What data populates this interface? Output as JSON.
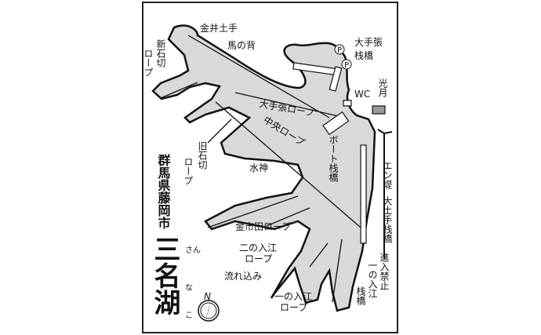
{
  "map": {
    "title": "三名湖",
    "title_reading": [
      "さん",
      "な",
      "こ"
    ],
    "location": "群馬県藤岡市",
    "north_label": "N",
    "colors": {
      "water": "#d9d9d9",
      "outline": "#111111",
      "land": "#ffffff"
    },
    "labels": {
      "kanai_dote": "金井土手",
      "uma_no_se": "馬の背",
      "shin_ishikiri_rope": [
        "新石切",
        "ロープ"
      ],
      "ootebari_pier": [
        "大手張",
        "栈橋"
      ],
      "parking": "P",
      "kougetsu": "光月",
      "wc": "WC",
      "ootebari_rope": "大手張ロープ",
      "chuo_rope": "中央ロープ",
      "boat_pier": "ボート栈橋",
      "kyu_ishikiri_rope": [
        "旧石切",
        "ロープ"
      ],
      "suijin": "水神",
      "kanaichida_rope": "金市田ロープ",
      "ninoirie_rope": [
        "二の入江",
        "ロープ"
      ],
      "nagarekomi": "流れ込み",
      "ichinoirie_rope": [
        "一の入江",
        "ロープ"
      ],
      "entei": "エン堤",
      "oodote_pier": "大土手栈橋",
      "no_entry": "進入禁止",
      "ichinoirie_pier": [
        "一の入江",
        "栈橋"
      ]
    }
  }
}
